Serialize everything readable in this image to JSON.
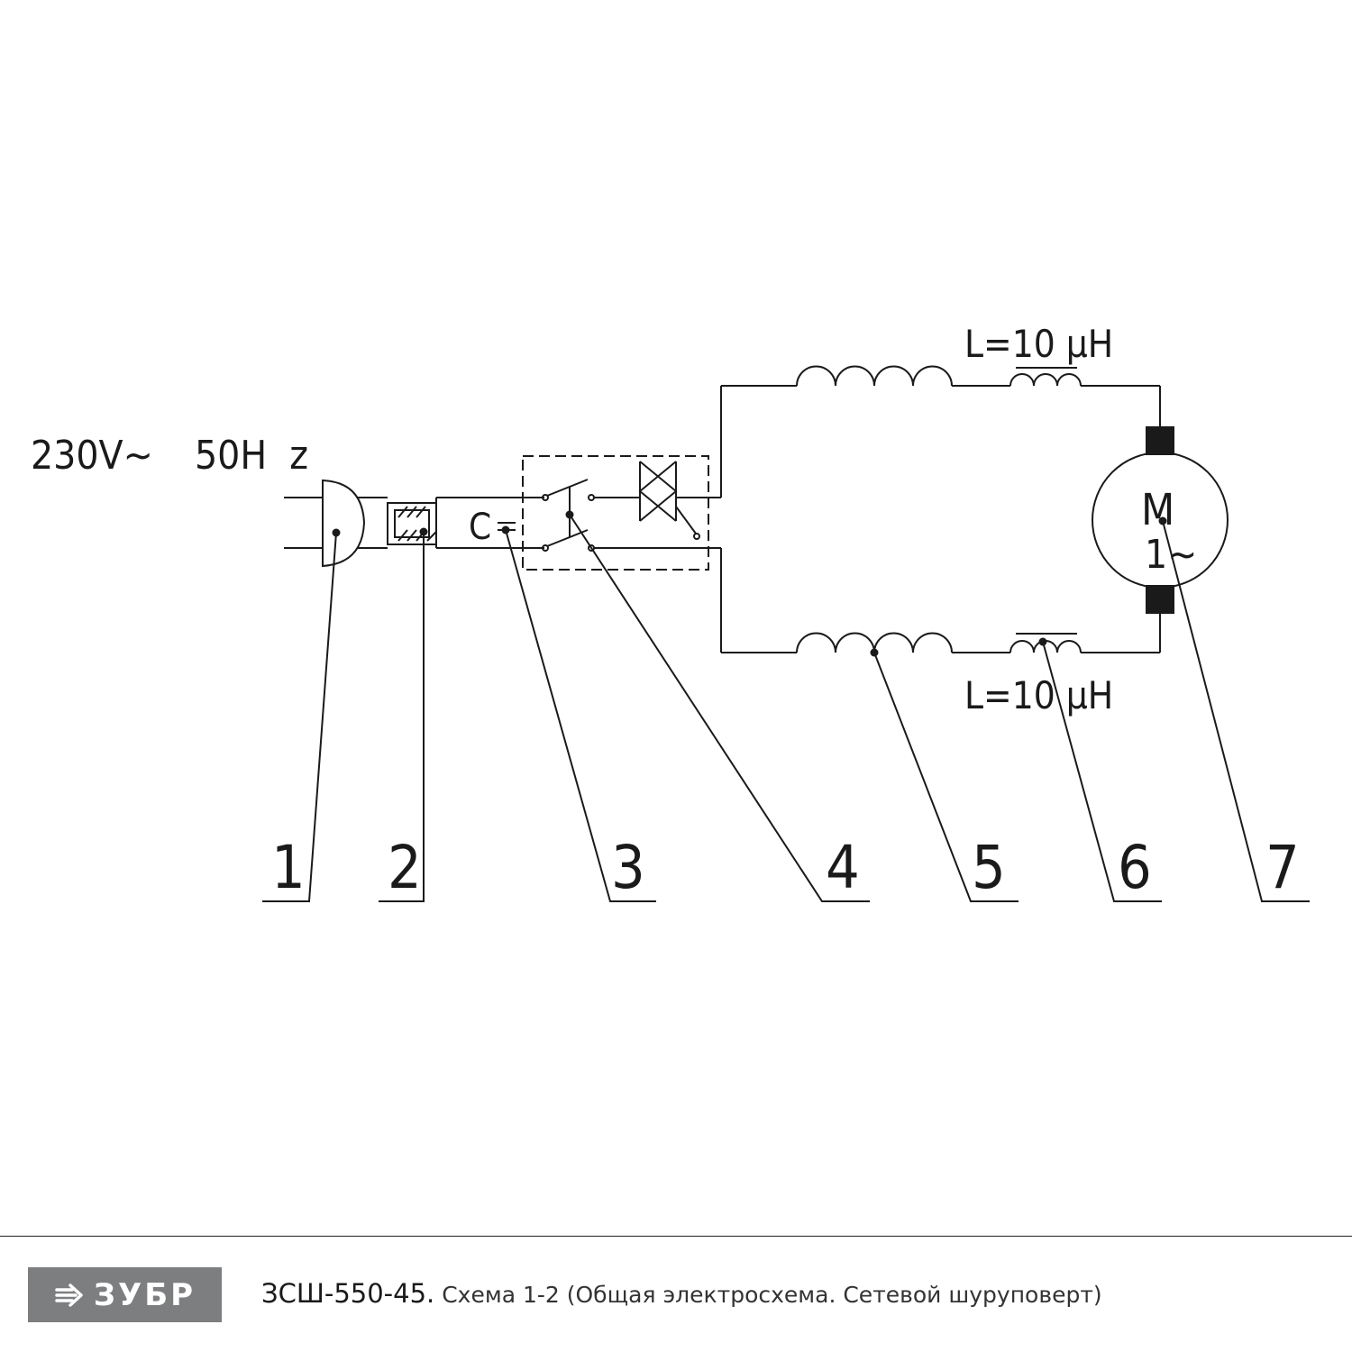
{
  "supply": {
    "voltage": "230V~",
    "frequency": "50H  z"
  },
  "inductors": {
    "top": "L=10 μH",
    "bottom": "L=10 μH"
  },
  "motor": {
    "letter": "M",
    "phase": "1~"
  },
  "capacitor_label": "C",
  "callouts": [
    "1",
    "2",
    "3",
    "4",
    "5",
    "6",
    "7"
  ],
  "footer": {
    "logo_text": "ЗУБР",
    "model": "ЗСШ-550-45.",
    "description": " Схема 1-2 (Общая электросхема. Сетевой шуруповерт)"
  },
  "colors": {
    "line": "#1a1a1a",
    "logo_bg": "#7d7e80"
  }
}
